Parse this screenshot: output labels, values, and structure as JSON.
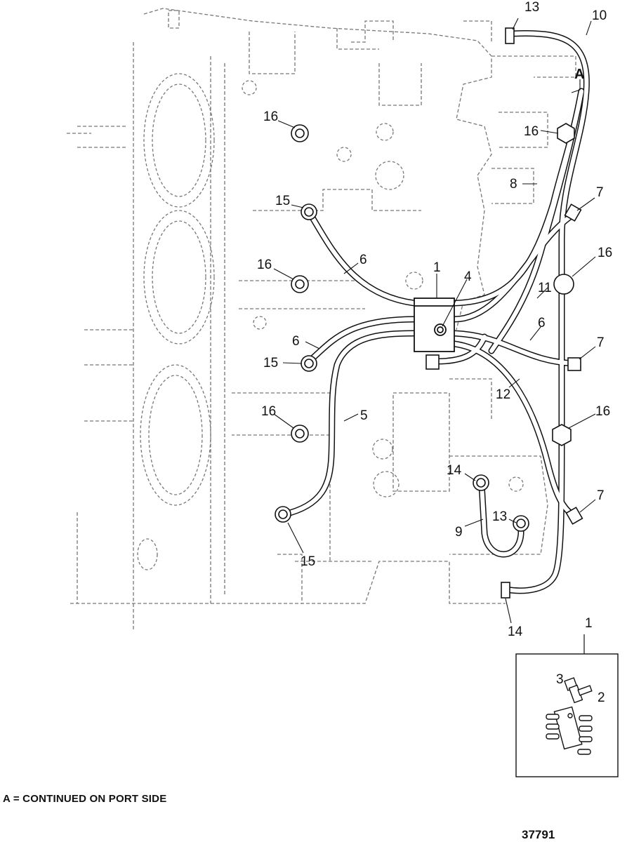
{
  "callouts": {
    "c1_main": "1",
    "c1_inset": "1",
    "c2": "2",
    "c3": "3",
    "c4": "4",
    "c5": "5",
    "c6a": "6",
    "c6b": "6",
    "c6c": "6",
    "c7a": "7",
    "c7b": "7",
    "c7c": "7",
    "c8": "8",
    "c9": "9",
    "c10": "10",
    "c11": "11",
    "c12": "12",
    "c13a": "13",
    "c13b": "13",
    "c14a": "14",
    "c14b": "14",
    "c15a": "15",
    "c15b": "15",
    "c15c": "15",
    "c16a": "16",
    "c16b": "16",
    "c16c": "16",
    "c16d": "16",
    "c16e": "16",
    "c16f": "16",
    "cA": "A"
  },
  "footnote": "A = CONTINUED ON PORT SIDE",
  "figure_number": "37791"
}
